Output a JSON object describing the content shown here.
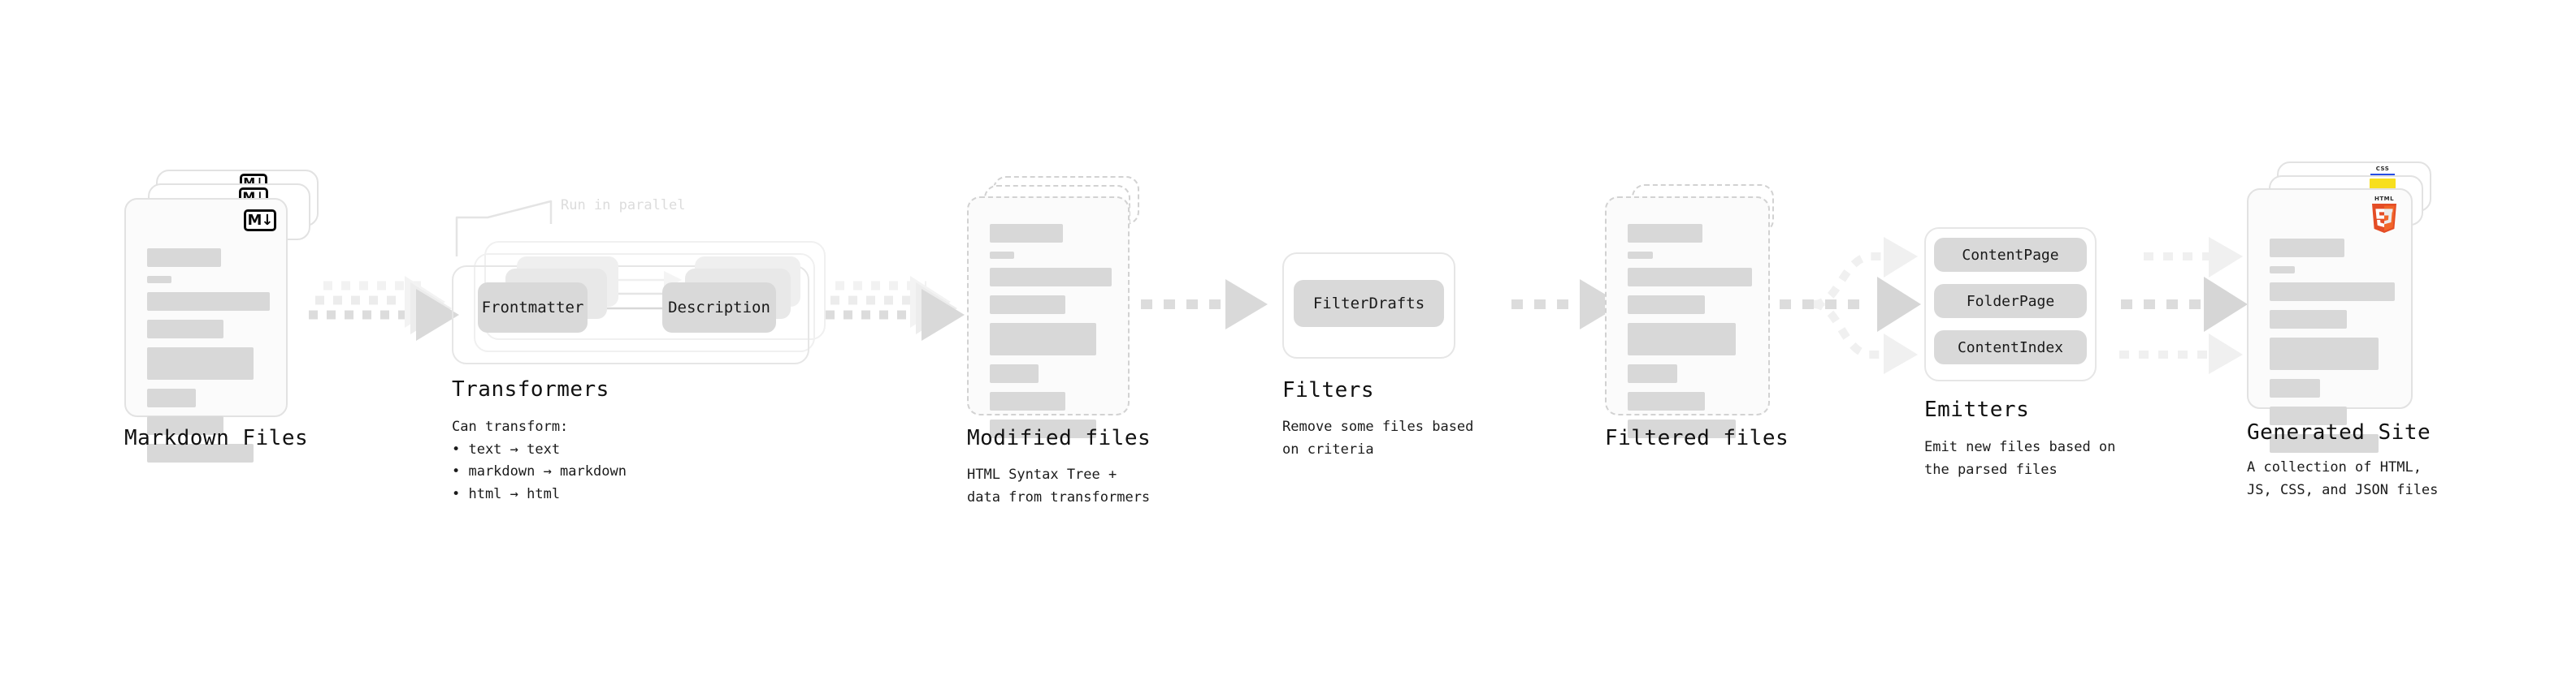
{
  "diagram": {
    "title": "Quartz content pipeline",
    "type": "pipeline-flow"
  },
  "palette": {
    "bar": "#d8d8d8",
    "card_border": "#e2e2e2",
    "card_bg": "#fbfbfb",
    "dashed_border": "#d2d2d2",
    "chip_bg": "#d9d9d9",
    "arrow": "#d5d5d5",
    "ghost_text": "#dcdcdc",
    "text": "#111111",
    "html5_orange": "#e44d26",
    "html5_orange_light": "#f16529",
    "css_blue": "#264de4",
    "js_yellow": "#f7df1e"
  },
  "stages": [
    {
      "id": "markdown-files",
      "title": "Markdown Files",
      "subtitle": "",
      "badge": "M↓",
      "badge_name": "markdown-badge",
      "card_count": 3,
      "card_style": "solid"
    },
    {
      "id": "transformers",
      "title": "Transformers",
      "subtitle": "Can transform:\n  • text → text\n  • markdown → markdown\n  • html → html",
      "parallel_label": "Run in parallel",
      "panel_count": 3,
      "chips": [
        "Frontmatter",
        "Description"
      ]
    },
    {
      "id": "modified-files",
      "title": "Modified files",
      "subtitle": "HTML Syntax Tree +\ndata from transformers",
      "card_count": 3,
      "card_style": "dashed"
    },
    {
      "id": "filters",
      "title": "Filters",
      "subtitle": "Remove some files based\non criteria",
      "chips": [
        "FilterDrafts"
      ]
    },
    {
      "id": "filtered-files",
      "title": "Filtered files",
      "subtitle": "",
      "card_count": 2,
      "card_style": "dashed"
    },
    {
      "id": "emitters",
      "title": "Emitters",
      "subtitle": "Emit new files based on\nthe parsed files",
      "chips": [
        "ContentPage",
        "FolderPage",
        "ContentIndex"
      ]
    },
    {
      "id": "generated-site",
      "title": "Generated Site",
      "subtitle": "A collection of HTML,\nJS, CSS, and JSON files",
      "badges": [
        "css",
        "js",
        "html5"
      ],
      "card_count": 3,
      "card_style": "solid"
    }
  ],
  "connectors": [
    {
      "id": "md-to-transformers",
      "style": "dotted-triple"
    },
    {
      "id": "transformers-to-modified",
      "style": "dotted-triple"
    },
    {
      "id": "modified-to-filters",
      "style": "dashed-single"
    },
    {
      "id": "filters-to-filtered",
      "style": "dashed-single"
    },
    {
      "id": "filtered-to-emitters",
      "style": "dashed-fanout"
    },
    {
      "id": "emitters-to-site",
      "style": "dashed-triple"
    }
  ]
}
